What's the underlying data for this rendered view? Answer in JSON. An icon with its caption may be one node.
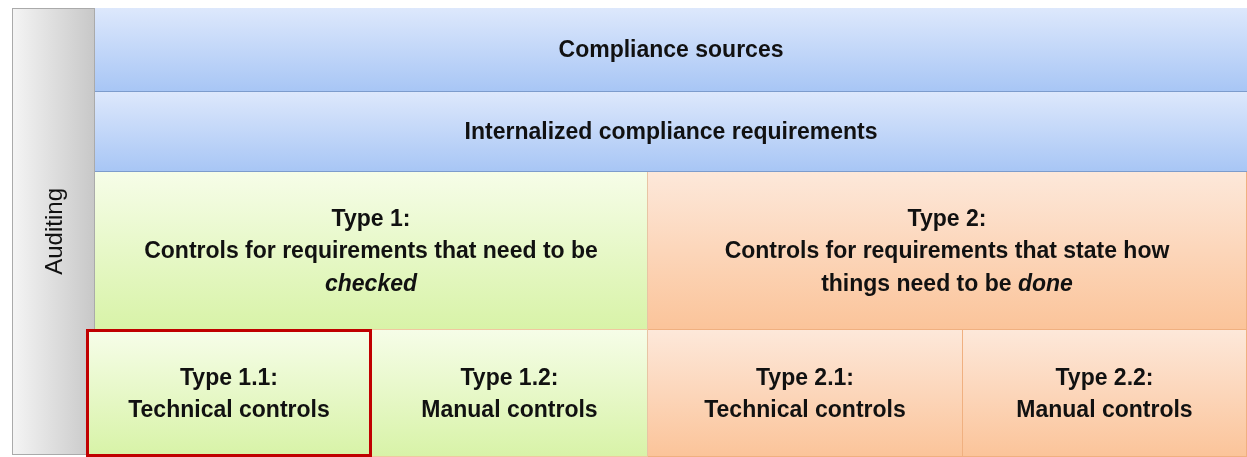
{
  "diagram": {
    "nodes": [
      {
        "text": [
          "Auditing"
        ]
      },
      {
        "text": [
          "Compliance sources"
        ]
      },
      {
        "text": [
          "Internalized compliance requirements"
        ]
      },
      {
        "text": [
          "Type 1:",
          "Controls for requirements that need to be *checked*"
        ]
      },
      {
        "text": [
          "Type 2:",
          "Controls for requirements that state how things need to be *done*"
        ]
      },
      {
        "text": [
          "Type 1.1:",
          "Technical controls"
        ]
      },
      {
        "text": [
          "Type 1.2:",
          "Manual controls"
        ]
      },
      {
        "text": [
          "Type 2.1:",
          "Technical controls"
        ]
      },
      {
        "text": [
          "Type 2.2:",
          "Manual controls"
        ]
      }
    ]
  }
}
